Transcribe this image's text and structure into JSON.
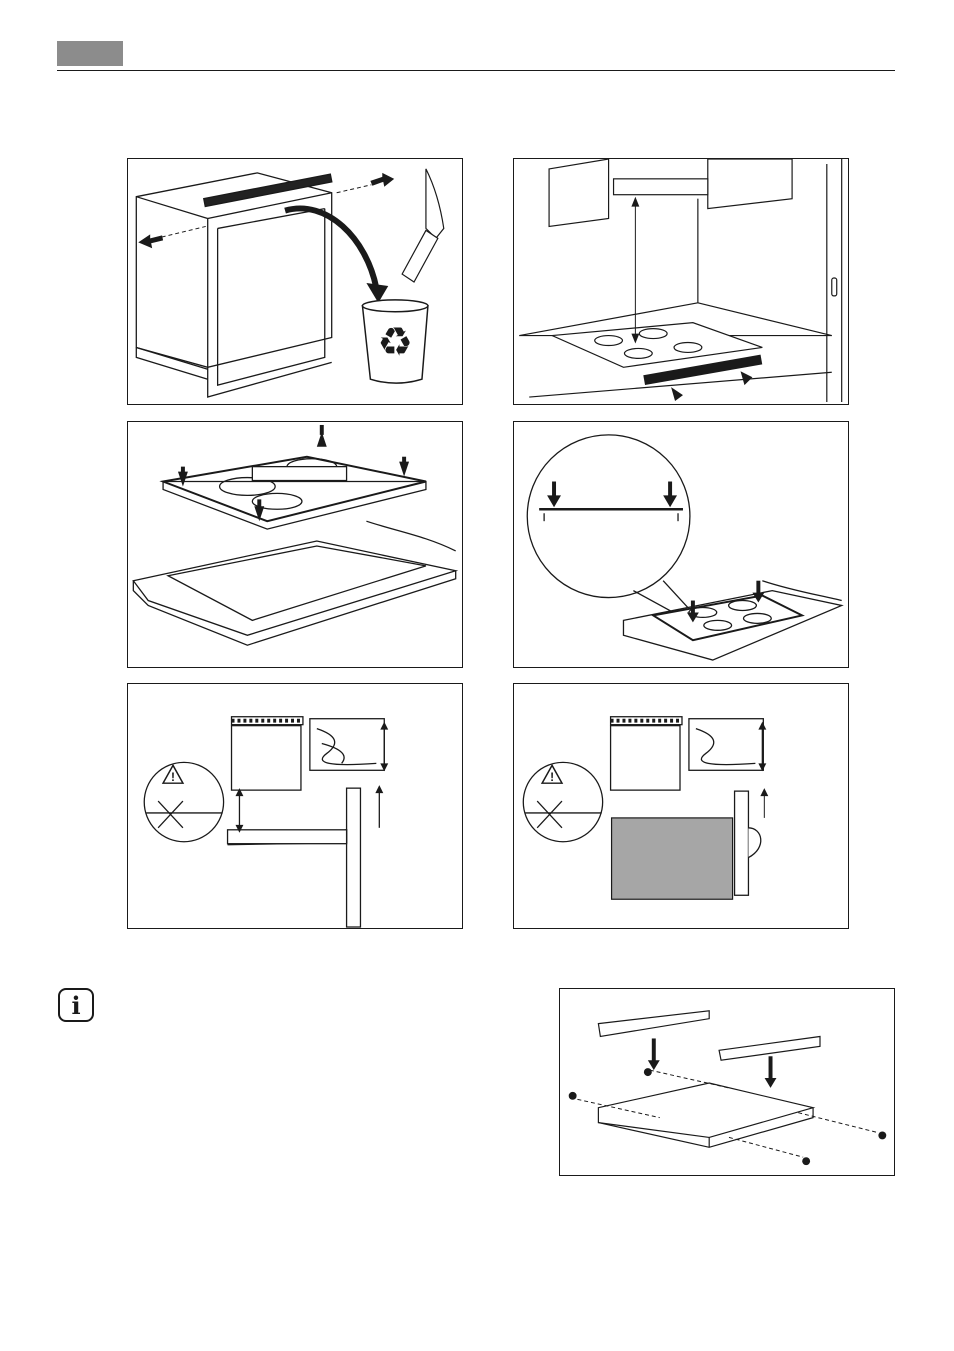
{
  "header": {
    "section_tab_color": "#8c8c8c",
    "rule_color": "#1a1a1a"
  },
  "icons": {
    "info": "i",
    "warning": "!"
  },
  "figures": [
    {
      "name": "remove-front-strip",
      "description_icon": "recycle-bin-icon"
    },
    {
      "name": "hood-clearance",
      "description_icon": "cooker-hood-icon"
    },
    {
      "name": "cutout-dimensions",
      "description_icon": "hob-cutout-icon"
    },
    {
      "name": "press-into-place",
      "description_icon": "magnifier-callout-icon"
    },
    {
      "name": "drawer-clearance",
      "description_icon": "warning-icon"
    },
    {
      "name": "oven-clearance",
      "description_icon": "warning-icon"
    },
    {
      "name": "bracket-assembly",
      "description_icon": "screw-icon"
    }
  ]
}
